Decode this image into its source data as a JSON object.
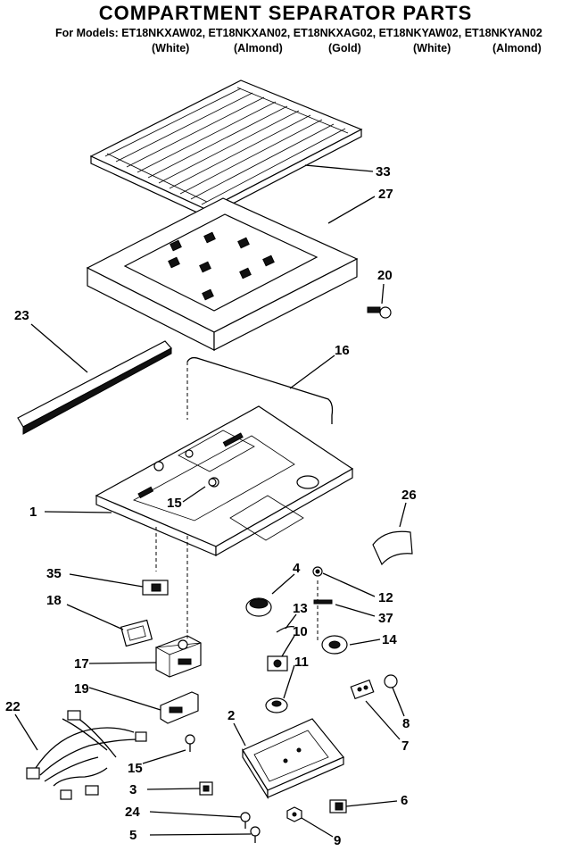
{
  "title": "COMPARTMENT SEPARATOR PARTS",
  "models_line": "For Models: ET18NKXAW02, ET18NKXAN02, ET18NKXAG02, ET18NKYAW02, ET18NKYAN02",
  "colors": [
    "(White)",
    "(Almond)",
    "(Gold)",
    "(White)",
    "(Almond)"
  ],
  "callouts": {
    "p33": "33",
    "p27": "27",
    "p20": "20",
    "p23": "23",
    "p16": "16",
    "p15a": "15",
    "p1": "1",
    "p26": "26",
    "p35": "35",
    "p4": "4",
    "p12": "12",
    "p18": "18",
    "p13": "13",
    "p37": "37",
    "p10": "10",
    "p14": "14",
    "p17": "17",
    "p11": "11",
    "p19": "19",
    "p22": "22",
    "p2": "2",
    "p8": "8",
    "p7": "7",
    "p15b": "15",
    "p3": "3",
    "p6": "6",
    "p24": "24",
    "p5": "5",
    "p9": "9"
  }
}
